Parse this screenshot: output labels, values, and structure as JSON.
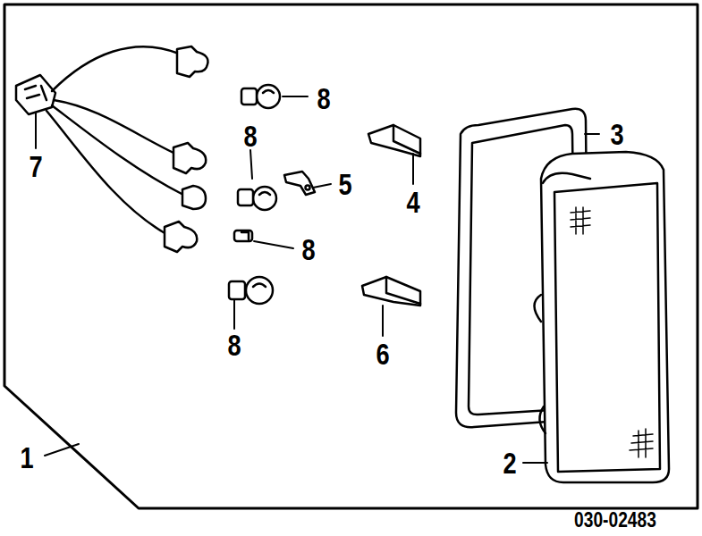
{
  "diagram": {
    "labels": [
      "8",
      "3",
      "8",
      "5",
      "7",
      "4",
      "8",
      "8",
      "6",
      "1",
      "2",
      "030-02483"
    ]
  }
}
